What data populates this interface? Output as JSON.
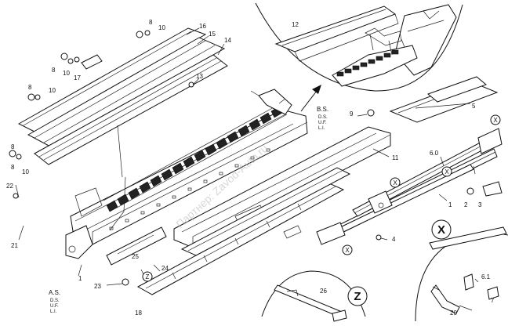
{
  "callouts": {
    "n1": "1",
    "n2": "2",
    "n3": "3",
    "n4": "4",
    "n5": "5",
    "n6_0": "6.0",
    "n6_1": "6.1",
    "n7": "7",
    "n8": "8",
    "n9": "9",
    "n10": "10",
    "n11": "11",
    "n12": "12",
    "n13": "13",
    "n14": "14",
    "n15": "15",
    "n16": "16",
    "n17": "17",
    "n18": "18",
    "n20": "20",
    "n21": "21",
    "n22": "22",
    "n23": "23",
    "n24": "24",
    "n25": "25",
    "n26": "26"
  },
  "detail_markers": {
    "x": "X",
    "z": "Z"
  },
  "variant_notes": {
    "bs": {
      "title": "B.S.",
      "lines": [
        "D.S.",
        "U.F.",
        "L.I."
      ]
    },
    "as": {
      "title": "A.S.",
      "lines": [
        "D.S.",
        "U.F.",
        "L.I."
      ]
    }
  },
  "watermark": "Партнер: Zavod-Auto.ru"
}
